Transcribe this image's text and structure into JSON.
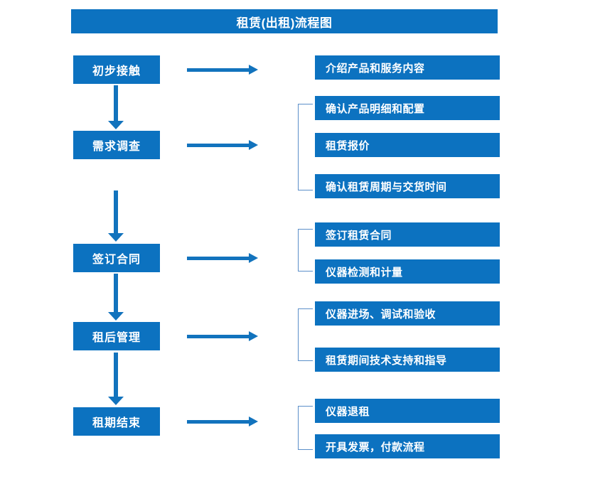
{
  "title": "租赁(出租)流程图",
  "colors": {
    "box_fill": "#0c72c0",
    "box_text": "#ffffff",
    "arrow": "#1273bd",
    "bracket": "#5b8fc9",
    "background": "#ffffff"
  },
  "stages": [
    {
      "label": "初步接触"
    },
    {
      "label": "需求调查"
    },
    {
      "label": "签订合同"
    },
    {
      "label": "租后管理"
    },
    {
      "label": "租期结束"
    }
  ],
  "tasks": [
    {
      "label": "介绍产品和服务内容"
    },
    {
      "label": "确认产品明细和配置"
    },
    {
      "label": "租赁报价"
    },
    {
      "label": "确认租赁周期与交货时间"
    },
    {
      "label": "签订租赁合同"
    },
    {
      "label": "仪器检测和计量"
    },
    {
      "label": "仪器进场、调试和验收"
    },
    {
      "label": "租赁期间技术支持和指导"
    },
    {
      "label": "仪器退租"
    },
    {
      "label": "开具发票，付款流程"
    }
  ]
}
